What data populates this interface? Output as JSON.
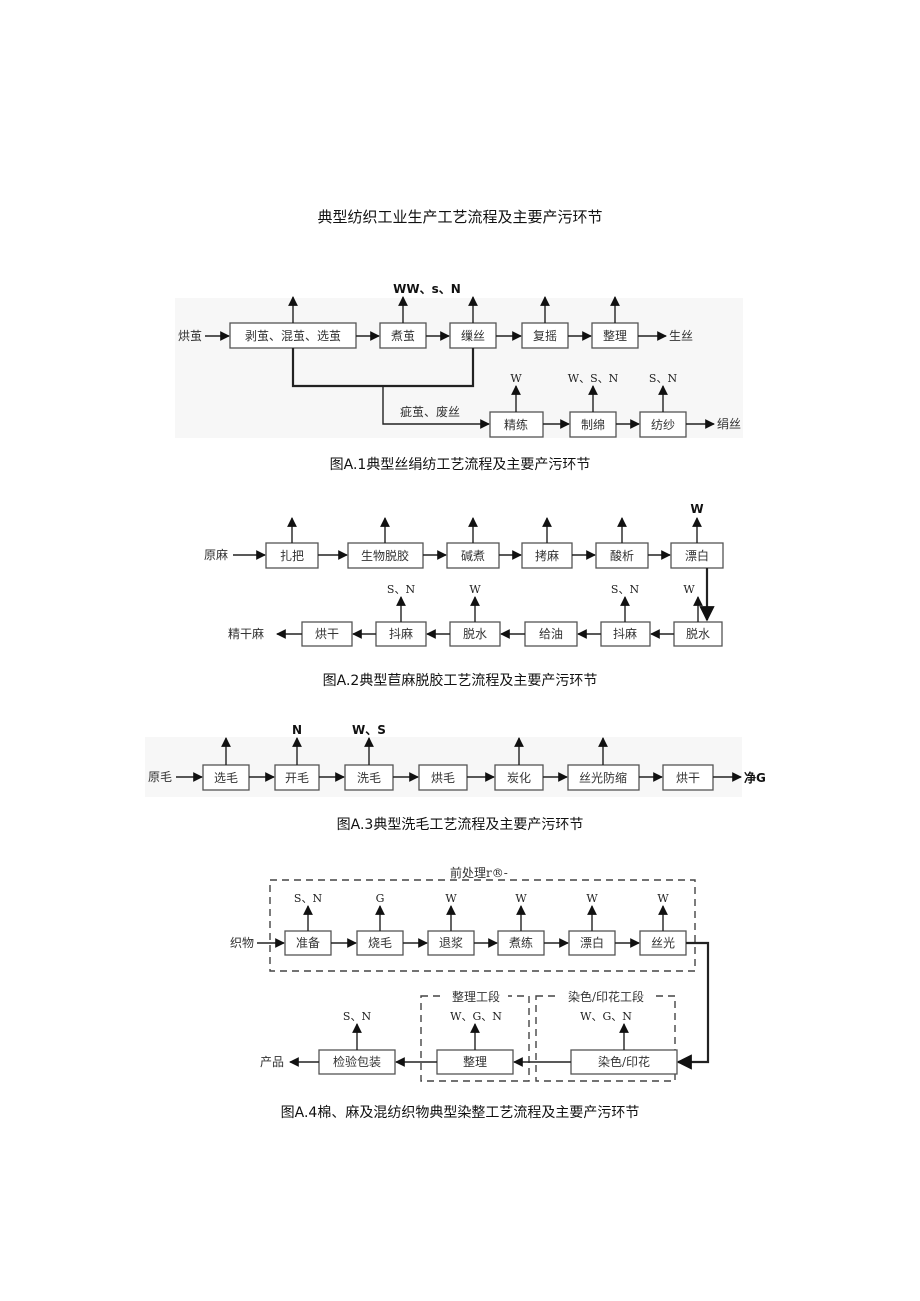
{
  "page_title": "典型纺织工业生产工艺流程及主要产污环节",
  "fig1": {
    "caption": "图A.1典型丝绢纺工艺流程及主要产污环节",
    "input": "烘茧",
    "nodes": [
      "剥茧、混茧、选茧",
      "煮茧",
      "缫丝",
      "复摇",
      "整理"
    ],
    "output": "生丝",
    "pollutant_main": "WW、s、N",
    "branch_label": "疵茧、废丝",
    "branch_nodes": [
      "精练",
      "制绵",
      "纺纱"
    ],
    "branch_output": "绢丝",
    "branch_pollutants": [
      "W",
      "W、S、N",
      "S、N"
    ]
  },
  "fig2": {
    "caption": "图A.2典型苣麻脱胶工艺流程及主要产污环节",
    "input": "原麻",
    "top_nodes": [
      "扎把",
      "生物脱胶",
      "碱煮",
      "拷麻",
      "酸析",
      "漂白"
    ],
    "top_pollutant": "W",
    "bottom_nodes": [
      "烘干",
      "抖麻",
      "脱水",
      "给油",
      "抖麻",
      "脱水"
    ],
    "bottom_pollutants": [
      "S、N",
      "W",
      "S、N",
      "W"
    ],
    "output": "精干麻"
  },
  "fig3": {
    "caption": "图A.3典型洗毛工艺流程及主要产污环节",
    "input": "原毛",
    "nodes": [
      "选毛",
      "开毛",
      "洗毛",
      "烘毛",
      "炭化",
      "丝光防缩",
      "烘干"
    ],
    "pollutants": [
      "N",
      "W、S"
    ],
    "output": "净G"
  },
  "fig4": {
    "caption": "图A.4棉、麻及混纺织物典型染整工艺流程及主要产污环节",
    "section_pre": "前处理r®-",
    "input": "织物",
    "pre_nodes": [
      "准备",
      "烧毛",
      "退浆",
      "煮练",
      "漂白",
      "丝光"
    ],
    "pre_pollutants": [
      "S、N",
      "G",
      "W",
      "W",
      "W",
      "W"
    ],
    "section_finish": "整理工段",
    "section_dye": "染色/印花工段",
    "finish_pollutant": "W、G、N",
    "dye_pollutant": "W、G、N",
    "bottom_nodes": [
      "检验包装",
      "整理",
      "染色/印花"
    ],
    "pack_pollutant": "S、N",
    "output": "产品"
  }
}
